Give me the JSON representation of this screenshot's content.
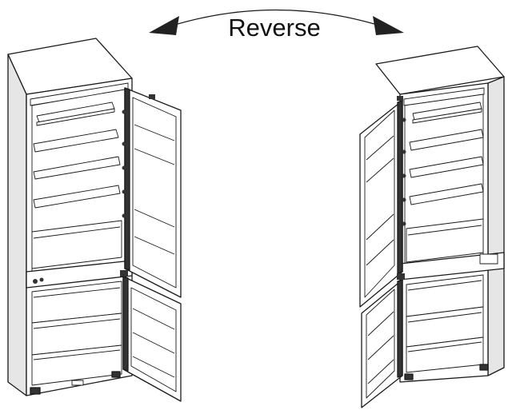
{
  "diagram": {
    "label": "Reverse",
    "colors": {
      "ink": "#1a1a1a",
      "background": "#ffffff",
      "arrow": "#222222"
    },
    "panels": [
      {
        "name": "hinges-right",
        "door": "opens-right"
      },
      {
        "name": "hinges-left",
        "door": "opens-left"
      }
    ]
  }
}
